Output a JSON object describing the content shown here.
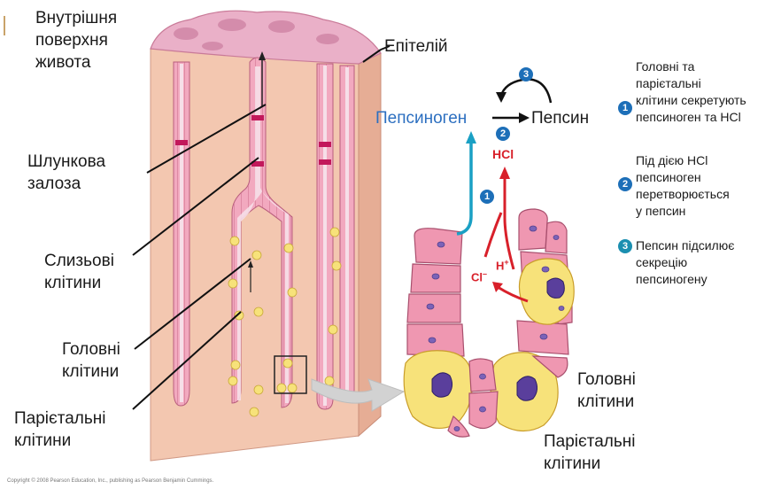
{
  "labels": {
    "inner_surface": [
      "Внутрішня",
      "поверхня",
      "живота"
    ],
    "gastric_gland": [
      "Шлункова",
      "залоза"
    ],
    "mucous_cells": [
      "Слизьові",
      "клітини"
    ],
    "chief_cells_left": [
      "Головні",
      "клітини"
    ],
    "parietal_cells_left": [
      "Парієтальні",
      "клітини"
    ],
    "epithelium": "Епітелій",
    "chief_cells_right": [
      "Головні",
      "клітини"
    ],
    "parietal_cells_right": [
      "Парієтальні",
      "клітини"
    ]
  },
  "reaction": {
    "pepsinogen": "Пепсиноген",
    "pepsin": "Пепсин",
    "hcl": "HCl",
    "h_plus": "H",
    "h_plus_sup": "+",
    "cl_minus": "Cl",
    "cl_minus_sup": "–",
    "step_badges": [
      "1",
      "2",
      "3"
    ]
  },
  "notes": [
    {
      "badge": "1",
      "lines": [
        "Головні та",
        "парієтальні",
        "клітини секретують",
        "пепсиноген та HCl"
      ]
    },
    {
      "badge": "2",
      "lines": [
        "Під дією HCl",
        "пепсиноген",
        "перетворюється",
        "у пепсин"
      ]
    },
    {
      "badge": "3",
      "lines": [
        "Пепсин підсилює",
        "секрецію",
        "пепсиногену"
      ]
    }
  ],
  "copyright": "Copyright © 2008 Pearson Education, Inc., publishing as Pearson Benjamin Cummings.",
  "colors": {
    "tissue": "#f5cdb8",
    "tissue_side": "#e9b79f",
    "surface": "#eab0c8",
    "cell_pink": "#ee93ad",
    "cell_yellow": "#f7e27a",
    "nucleus": "#7b63b8",
    "pepsinogen_blue": "#2c6fc0",
    "arrow_teal": "#1aa0c4",
    "acid_red": "#d8202a",
    "arrow_gray": "#d0d0d0"
  }
}
